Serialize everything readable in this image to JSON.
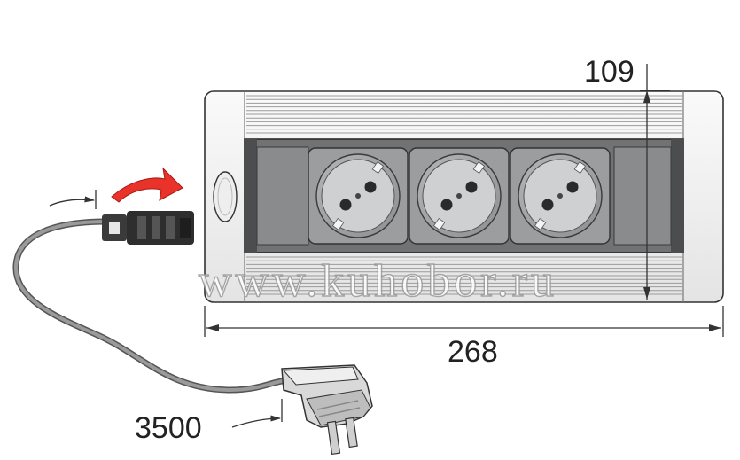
{
  "dimensions": {
    "height": "109",
    "width": "268",
    "cable_length": "3500"
  },
  "watermark": "www.kuhobor.ru",
  "colors": {
    "arrow": "#e8322a",
    "housing": "#f2f2f2",
    "panel": "#707274",
    "socket": "#9c9d9f",
    "cable": "#8a8a8a",
    "outline": "#333333"
  },
  "outlets": [
    "socket-1",
    "socket-2",
    "socket-3"
  ]
}
